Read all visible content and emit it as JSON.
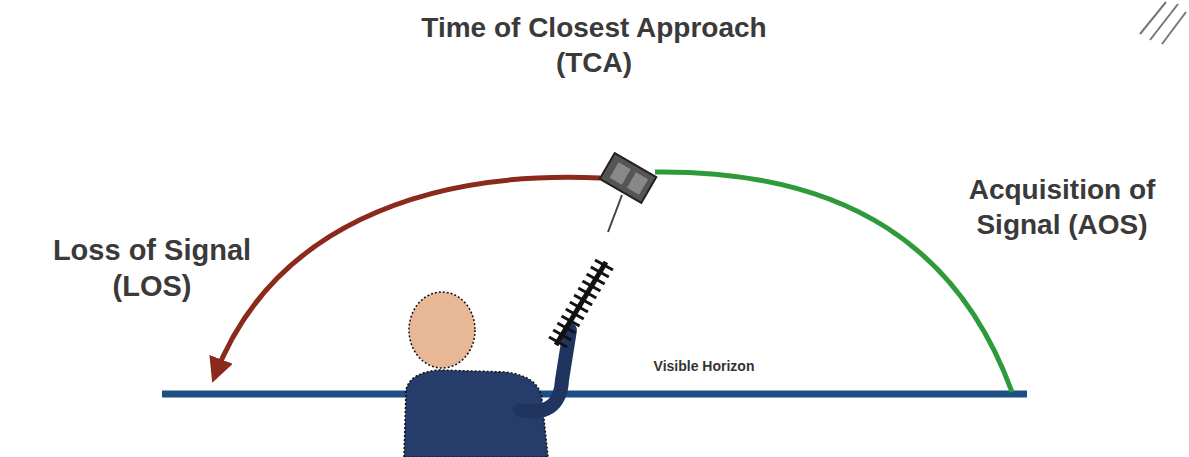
{
  "diagram": {
    "labels": [
      "Time of Closest Approach (TCA)",
      "Loss of Signal (LOS)",
      "Acquisition of Signal (AOS)",
      "Visible Horizon"
    ]
  }
}
